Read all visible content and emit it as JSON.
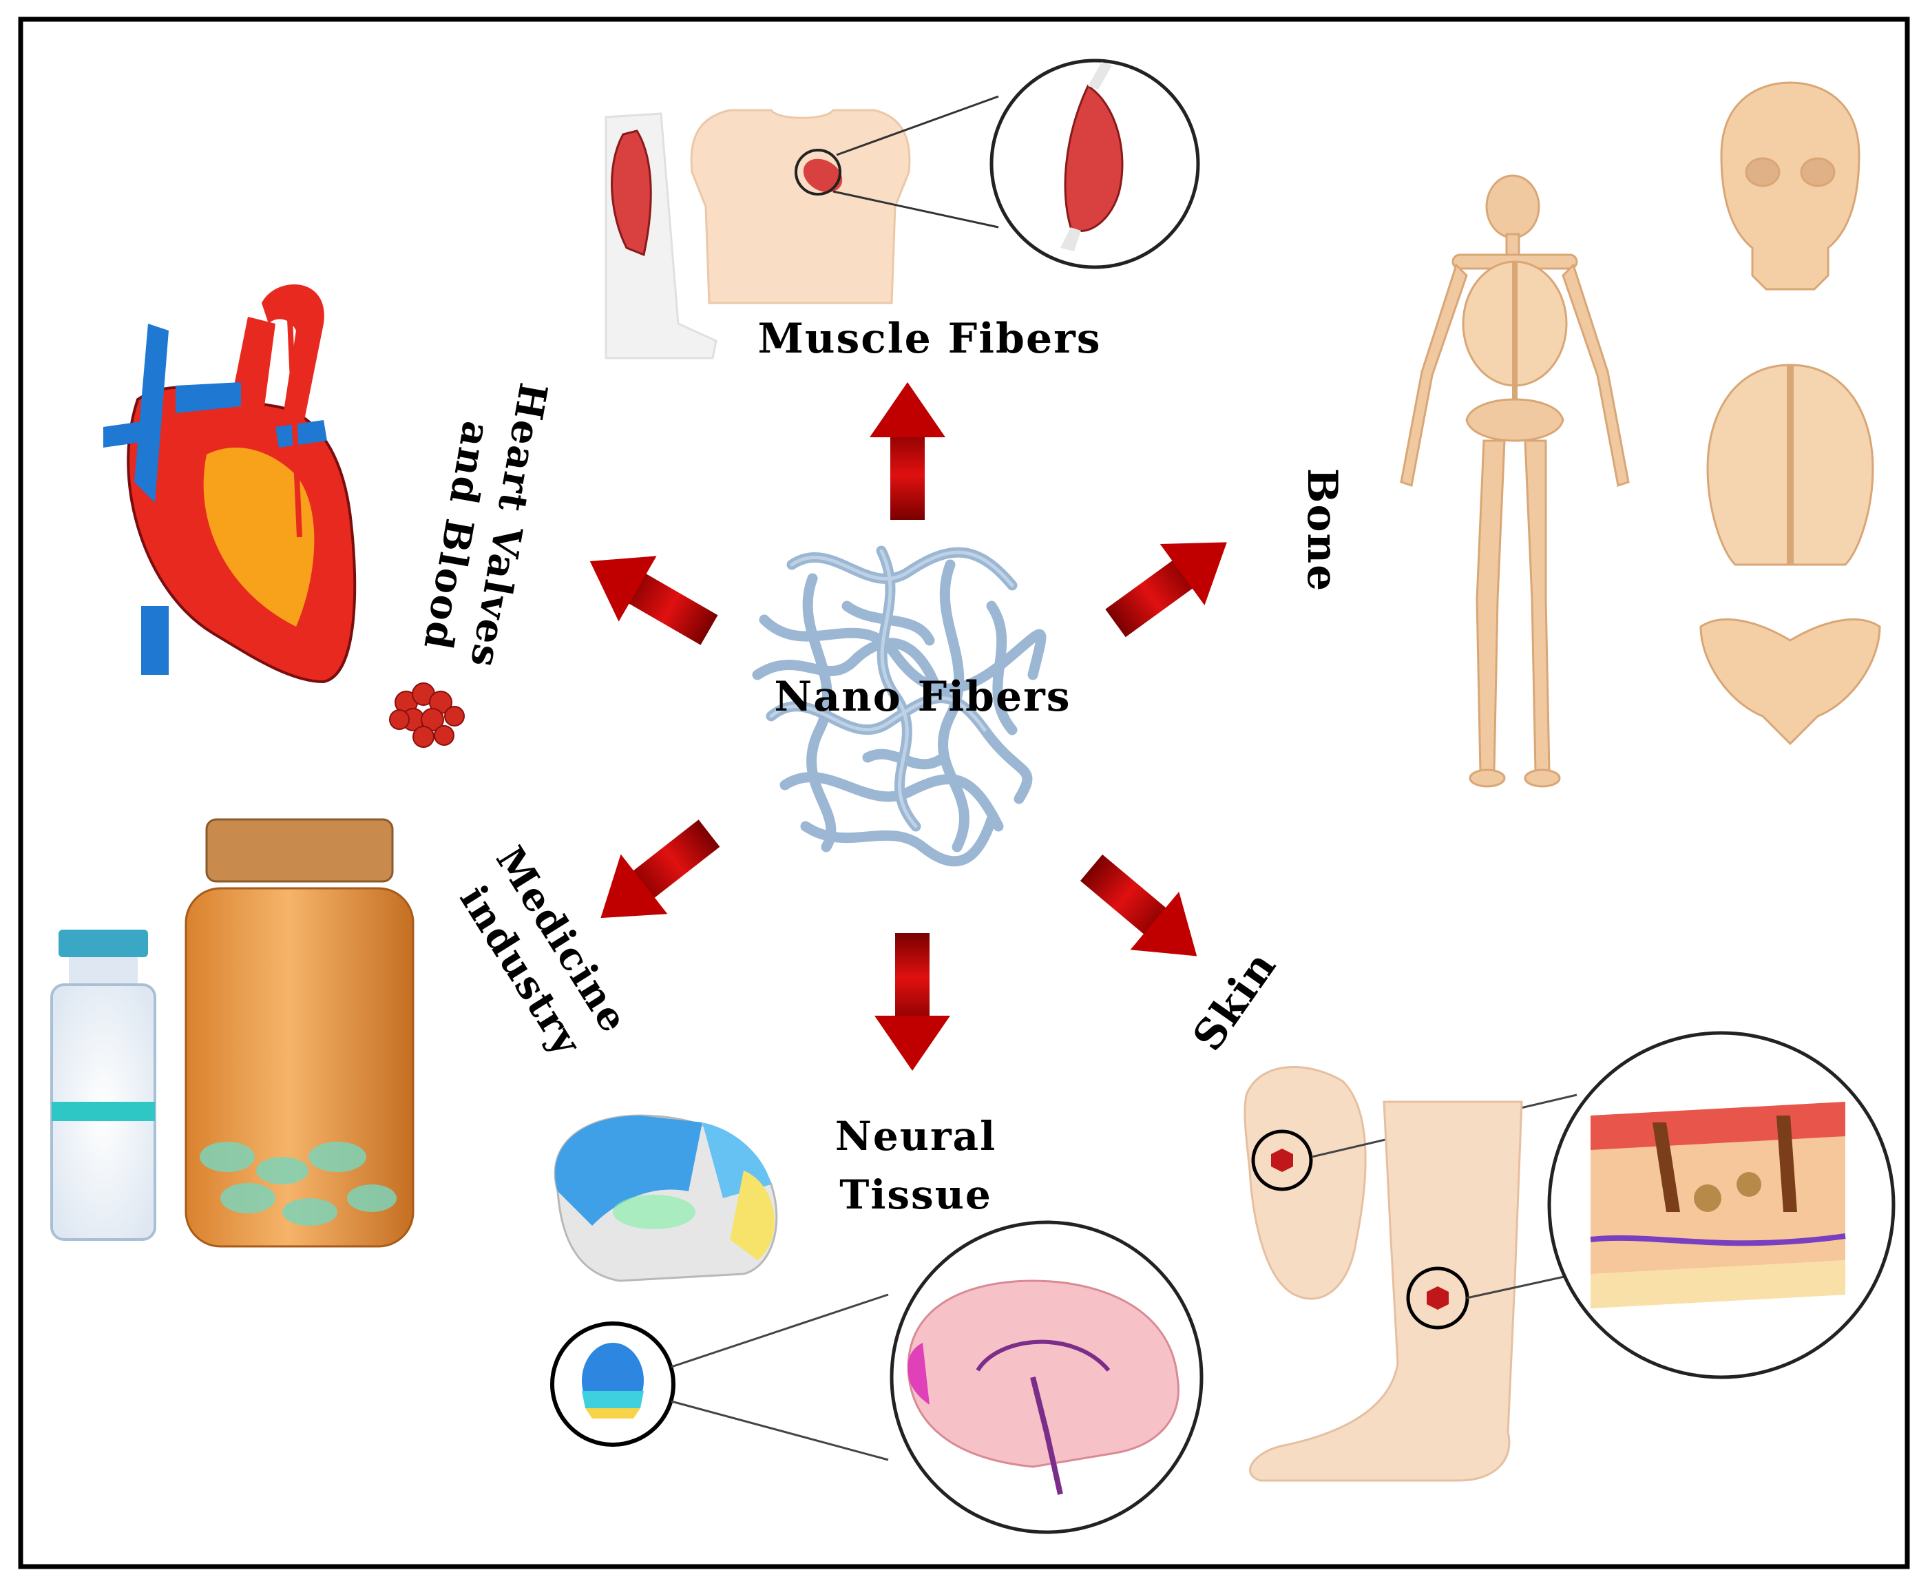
{
  "center": {
    "label": "Nano Fibers"
  },
  "applications": [
    {
      "id": "muscle",
      "label_lines": [
        "Muscle Fibers"
      ]
    },
    {
      "id": "bone",
      "label_lines": [
        "Bone"
      ]
    },
    {
      "id": "skin",
      "label_lines": [
        "Skin"
      ]
    },
    {
      "id": "neural",
      "label_lines": [
        "Neural",
        "Tissue"
      ]
    },
    {
      "id": "medicine",
      "label_lines": [
        "Medicine",
        "industry"
      ]
    },
    {
      "id": "heart",
      "label_lines": [
        "Heart Valves",
        "and Blood"
      ]
    }
  ],
  "colors": {
    "arrow": "#c00000",
    "fiber": "#9bb7d4",
    "frame": "#000000",
    "skin_tone": "#f7dcc4",
    "bone": "#f1c9a1",
    "muscle": "#d94040"
  }
}
